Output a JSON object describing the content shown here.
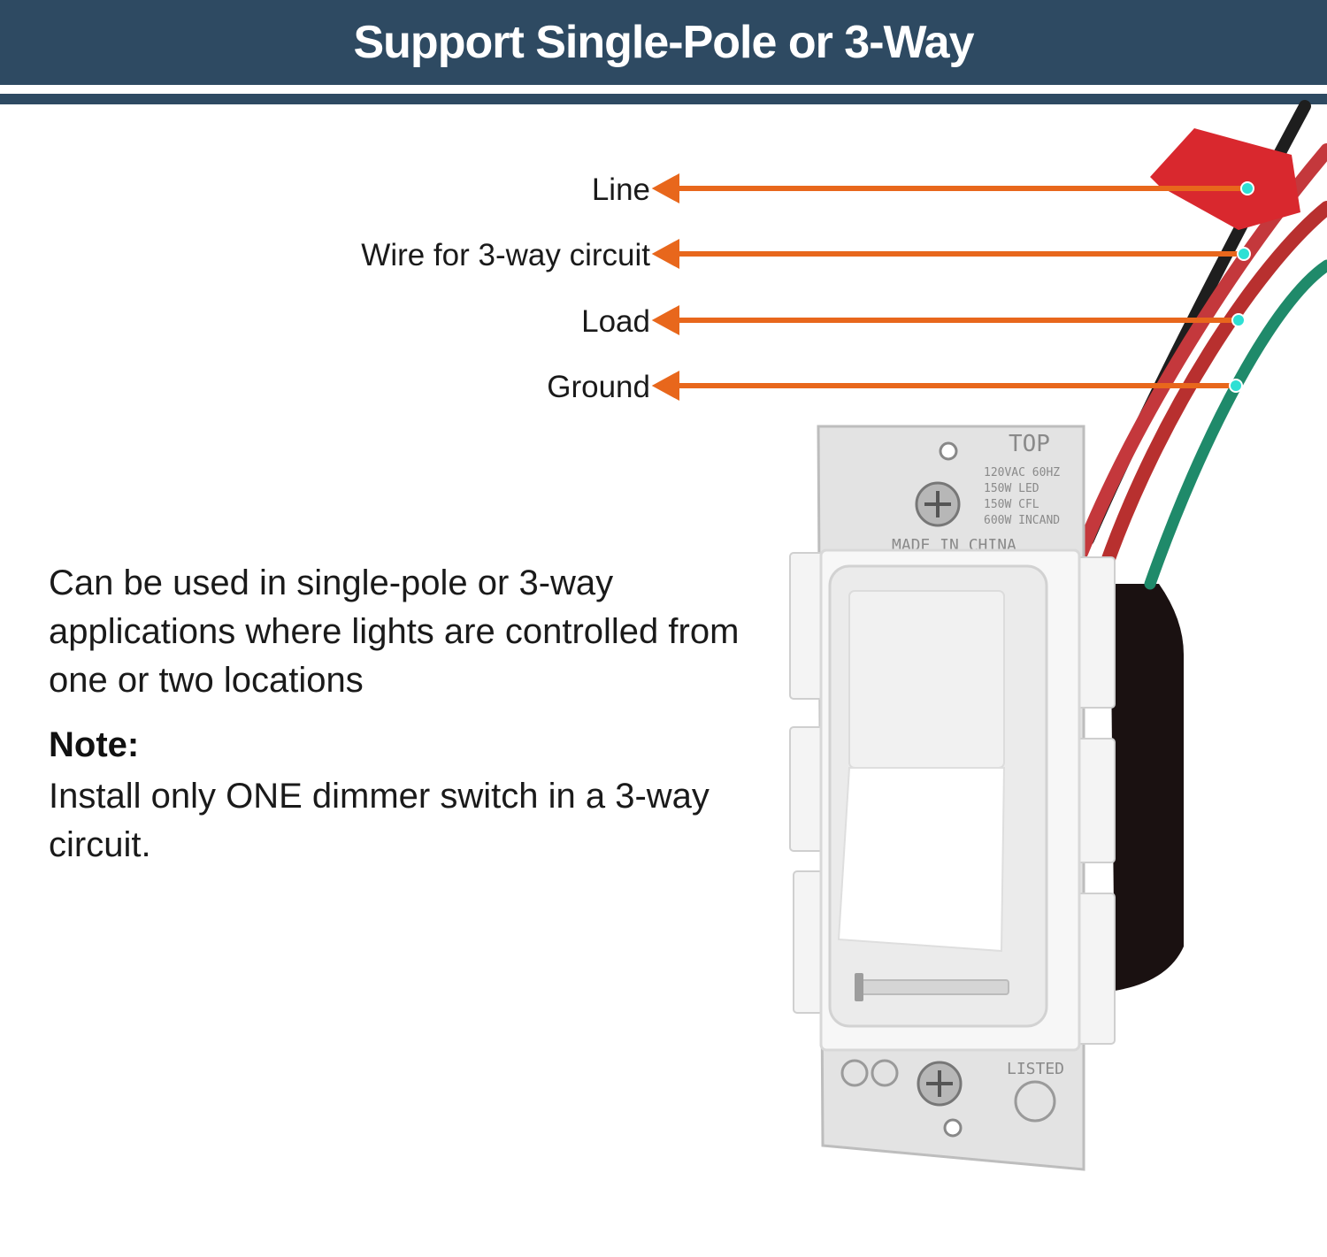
{
  "header": {
    "title": "Support Single-Pole or 3-Way"
  },
  "wires": [
    {
      "label": "Line",
      "color": "#1e1e1e"
    },
    {
      "label": "Wire for 3-way circuit",
      "color": "#c4383c"
    },
    {
      "label": "Load",
      "color": "#b8302f"
    },
    {
      "label": "Ground",
      "color": "#1f8a6a"
    }
  ],
  "colors": {
    "banner": "#2e4a62",
    "arrow": "#e8671c",
    "dot": "#2ee0d4"
  },
  "description": "Can be used in single-pole or 3-way applications where lights are controlled from one or two locations",
  "note": {
    "heading": "Note:",
    "text": "Install only ONE dimmer switch in a 3-way circuit."
  },
  "device": {
    "top_mark": "TOP",
    "ratings": [
      "120VAC  60HZ",
      "150W    LED",
      "150W    CFL",
      "600W    INCAND"
    ],
    "origin": "MADE IN CHINA",
    "listed": "LISTED"
  }
}
